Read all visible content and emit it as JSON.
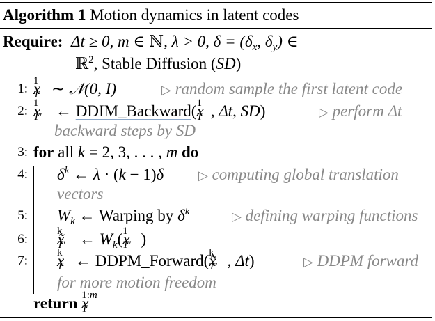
{
  "title": {
    "label": "Algorithm 1",
    "text": "Motion dynamics in latent codes"
  },
  "require": {
    "keyword": "Require:",
    "line1": "Δt ≥ 0, m ∈ ℕ, λ > 0, δ = (δx, δy) ∈",
    "line2": "ℝ², Stable Diffusion (SD)"
  },
  "steps": [
    {
      "num": "1:",
      "math": "x_T^1 ~ 𝒩(0, I)",
      "comment": "random sample the first latent code"
    },
    {
      "num": "2:",
      "math": "x_T'^1 ← DDIM_Backward(x_T^1, Δt, SD)",
      "comment": "perform Δt backward steps by SD"
    },
    {
      "num": "3:",
      "math": "for all k = 2, 3, . . . , m do"
    },
    {
      "num": "4:",
      "math": "δ^k ← λ · (k − 1)δ",
      "comment": "computing global translation vectors"
    },
    {
      "num": "5:",
      "math": "W_k ← Warping by δ^k",
      "comment": "defining warping functions"
    },
    {
      "num": "6:",
      "math": "x̃_T'^k ← W_k(x_T'^1)"
    },
    {
      "num": "7:",
      "math": "x_T^k ← DDPM_Forward(x̃_T'^k, Δt)",
      "comment": "DDPM forward for more motion freedom"
    }
  ],
  "return": {
    "keyword": "return",
    "math": "x_T^{1:m}"
  },
  "words": {
    "ddim": "DDIM_Backward",
    "ddpm": "DDPM_Forward",
    "warping": "Warping by",
    "sd": "Stable Diffusion",
    "for": "for",
    "all": "all",
    "do": "do"
  },
  "comments": {
    "c1": "random sample the first latent code",
    "c2a": "perform Δt",
    "c2b": "backward steps by SD",
    "c4a": "computing global translation",
    "c4b": "vectors",
    "c5": "defining warping functions",
    "c7a": "DDPM forward",
    "c7b": "for more motion freedom"
  }
}
